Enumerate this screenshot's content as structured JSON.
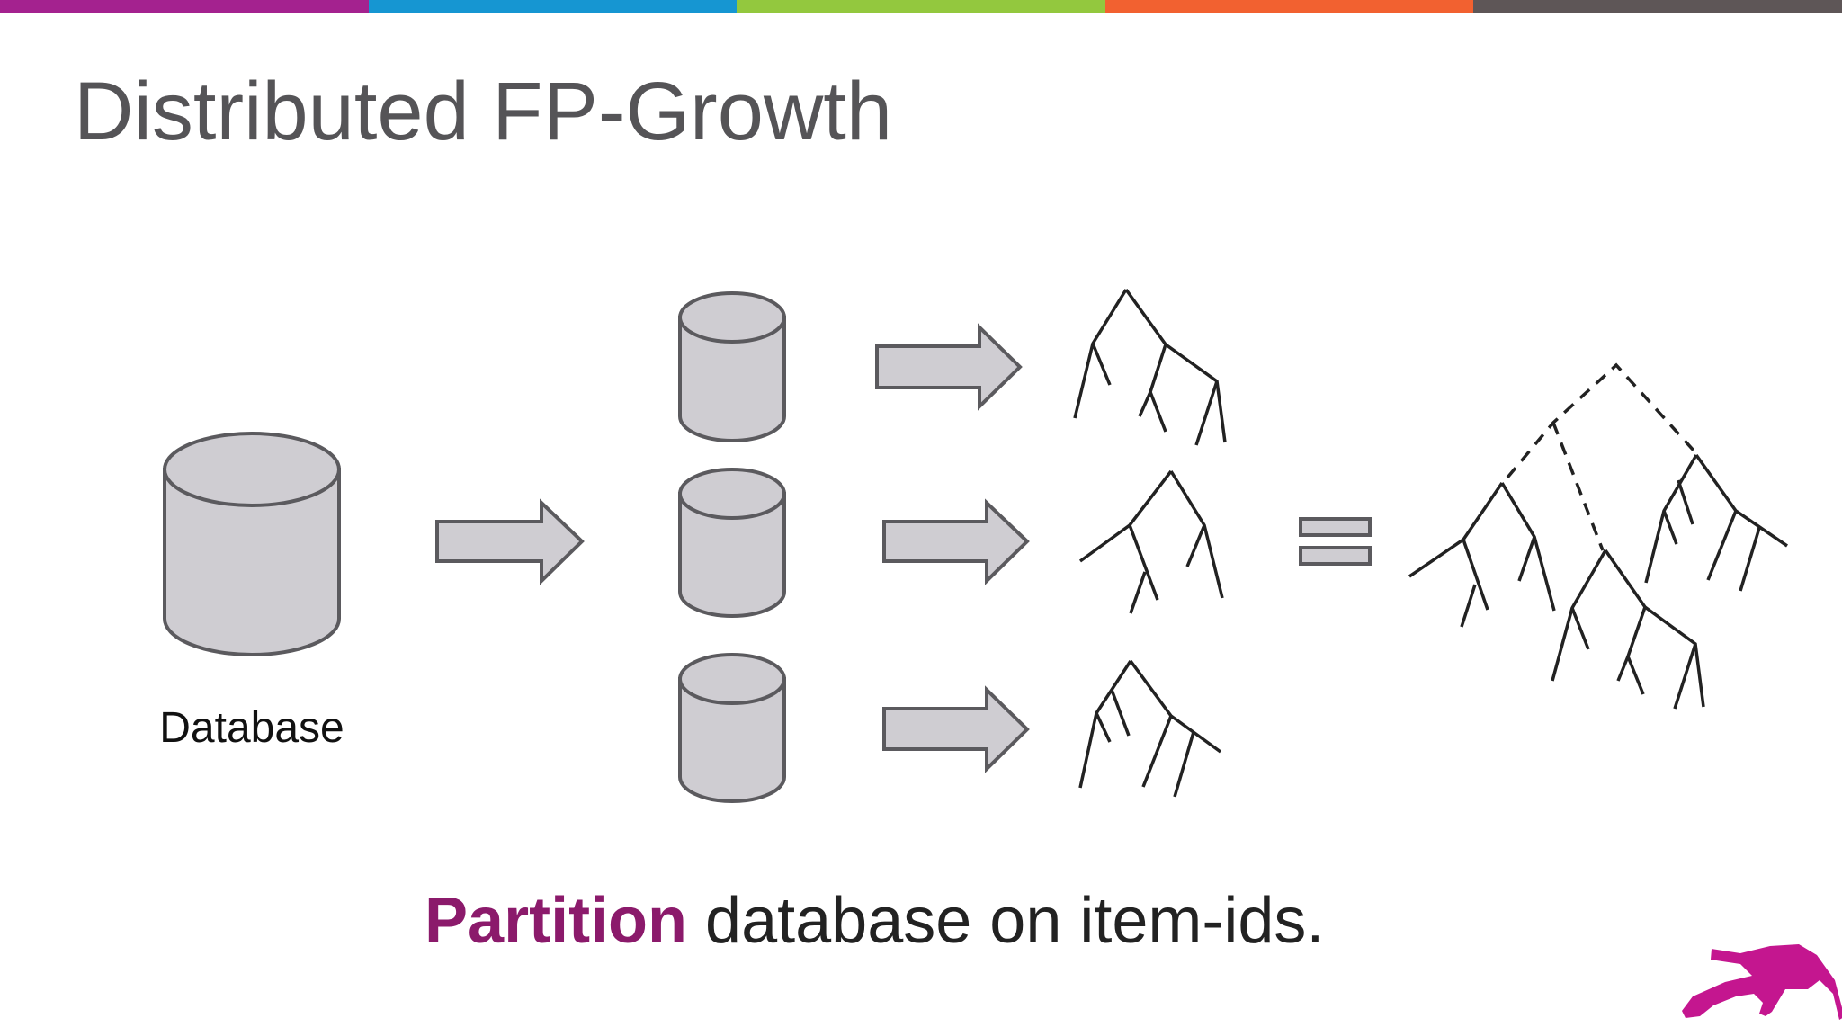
{
  "slide": {
    "title": "Distributed FP-Growth",
    "database_label": "Database",
    "caption_highlight": "Partition",
    "caption_rest": " database on item-ids."
  },
  "colors": {
    "stripe": [
      "#a4228f",
      "#1696d2",
      "#93c83e",
      "#f26130",
      "#5e5657"
    ],
    "title": "#555457",
    "highlight": "#8b1a6b",
    "cylinder_fill": "#cfcdd2",
    "cylinder_stroke": "#5b5a5e",
    "tree_stroke": "#222222",
    "mascot": "#c4168f"
  },
  "icons": {
    "source": "database-cylinder-icon",
    "partitions": "partition-cylinder-icon",
    "arrows": "right-arrow-icon",
    "trees": "fp-tree-icon",
    "merge": "equals-icon",
    "result": "merged-fp-tree-icon",
    "logo": "dog-logo-icon"
  }
}
